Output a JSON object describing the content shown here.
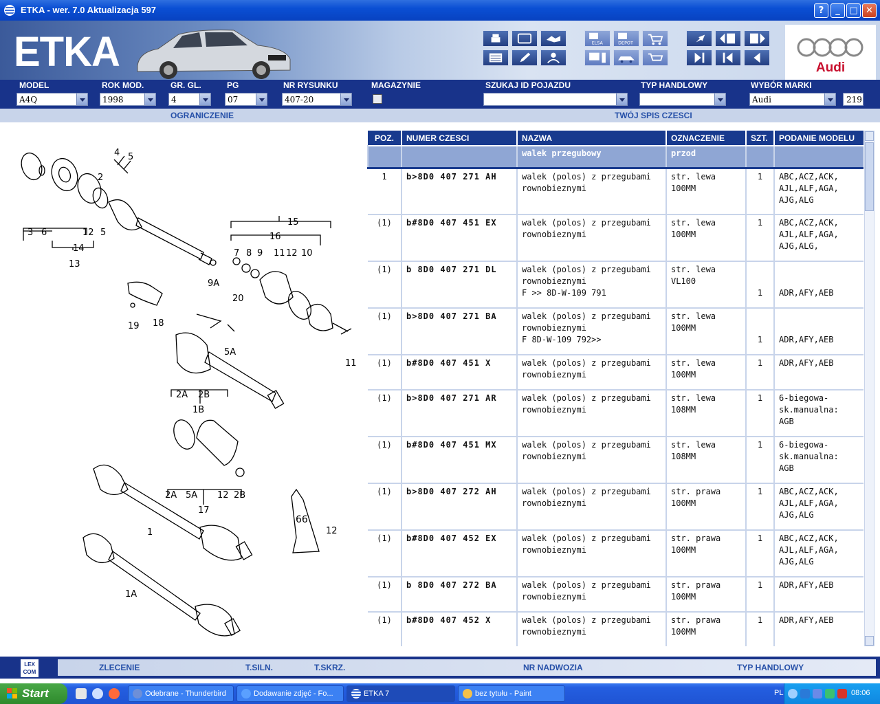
{
  "window": {
    "title": "ETKA - wer. 7.0 Aktualizacja 597"
  },
  "header": {
    "logo": "ETKA",
    "brand": "Audi"
  },
  "filters": {
    "model": {
      "label": "MODEL",
      "value": "A4Q"
    },
    "rok_mod": {
      "label": "ROK MOD.",
      "value": "1998"
    },
    "gr_gl": {
      "label": "GR. GL.",
      "value": "4"
    },
    "pg": {
      "label": "PG",
      "value": "07"
    },
    "nr_rysunku": {
      "label": "NR RYSUNKU",
      "value": "407-20"
    },
    "magazynie": {
      "label": "MAGAZYNIE"
    },
    "szukaj_id": {
      "label": "SZUKAJ ID POJAZDU",
      "value": ""
    },
    "typ_handlowy": {
      "label": "TYP HANDLOWY",
      "value": ""
    },
    "wybor_marki": {
      "label": "WYBÓR MARKI",
      "value": "Audi",
      "count": "219"
    }
  },
  "subbar": {
    "left": "OGRANICZENIE",
    "right": "TWÓJ SPIS CZESCI"
  },
  "table": {
    "headers": [
      "POZ.",
      "NUMER CZESCI",
      "NAZWA",
      "OZNACZENIE",
      "SZT.",
      "PODANIE MODELU"
    ],
    "subheader": {
      "nazwa": "walek przegubowy",
      "oznaczenie": "przod"
    },
    "rows": [
      {
        "poz": "1",
        "part": "b>8D0 407 271 AH",
        "nazwa": [
          "walek (polos) z przegubami",
          "rownobieznymi"
        ],
        "ozn": [
          "str. lewa",
          "100MM"
        ],
        "szt": [
          "1"
        ],
        "model": [
          "ABC,ACZ,ACK,",
          "AJL,ALF,AGA,",
          "AJG,ALG"
        ]
      },
      {
        "poz": "(1)",
        "part": "b#8D0 407 451 EX",
        "nazwa": [
          "walek (polos) z przegubami",
          "rownobieznymi"
        ],
        "ozn": [
          "str. lewa",
          "100MM"
        ],
        "szt": [
          "1"
        ],
        "model": [
          "ABC,ACZ,ACK,",
          "AJL,ALF,AGA,",
          "AJG,ALG,"
        ]
      },
      {
        "poz": "(1)",
        "part": "b 8D0 407 271 DL",
        "nazwa": [
          "walek (polos) z przegubami",
          "rownobieznymi",
          "F           >> 8D-W-109 791"
        ],
        "ozn": [
          "str. lewa",
          "VL100"
        ],
        "szt": [
          "",
          "",
          "1"
        ],
        "model": [
          "",
          "",
          "ADR,AFY,AEB"
        ]
      },
      {
        "poz": "(1)",
        "part": "b>8D0 407 271 BA",
        "nazwa": [
          "walek (polos) z przegubami",
          "rownobieznymi",
          "F 8D-W-109 792>>"
        ],
        "ozn": [
          "str. lewa",
          "100MM"
        ],
        "szt": [
          "",
          "",
          "1"
        ],
        "model": [
          "",
          "",
          "ADR,AFY,AEB"
        ]
      },
      {
        "poz": "(1)",
        "part": "b#8D0 407 451  X",
        "nazwa": [
          "walek (polos) z przegubami",
          "rownobieznymi"
        ],
        "ozn": [
          "str. lewa",
          "100MM"
        ],
        "szt": [
          "1"
        ],
        "model": [
          "ADR,AFY,AEB"
        ]
      },
      {
        "poz": "(1)",
        "part": "b>8D0 407 271 AR",
        "nazwa": [
          "walek (polos) z przegubami",
          "rownobieznymi"
        ],
        "ozn": [
          "str. lewa",
          "108MM"
        ],
        "szt": [
          "1"
        ],
        "model": [
          "6-biegowa-",
          "sk.manualna:",
          "AGB"
        ]
      },
      {
        "poz": "(1)",
        "part": "b#8D0 407 451 MX",
        "nazwa": [
          "walek (polos) z przegubami",
          "rownobieznymi"
        ],
        "ozn": [
          "str. lewa",
          "108MM"
        ],
        "szt": [
          "1"
        ],
        "model": [
          "6-biegowa-",
          "sk.manualna:",
          "AGB"
        ]
      },
      {
        "poz": "(1)",
        "part": "b>8D0 407 272 AH",
        "nazwa": [
          "walek (polos) z przegubami",
          "rownobieznymi"
        ],
        "ozn": [
          "str. prawa",
          "100MM"
        ],
        "szt": [
          "1"
        ],
        "model": [
          "ABC,ACZ,ACK,",
          "AJL,ALF,AGA,",
          "AJG,ALG"
        ]
      },
      {
        "poz": "(1)",
        "part": "b#8D0 407 452 EX",
        "nazwa": [
          "walek (polos) z przegubami",
          "rownobieznymi"
        ],
        "ozn": [
          "str. prawa",
          "100MM"
        ],
        "szt": [
          "1"
        ],
        "model": [
          "ABC,ACZ,ACK,",
          "AJL,ALF,AGA,",
          "AJG,ALG"
        ]
      },
      {
        "poz": "(1)",
        "part": "b 8D0 407 272 BA",
        "nazwa": [
          "walek (polos) z przegubami",
          "rownobieznymi"
        ],
        "ozn": [
          "str. prawa",
          "100MM"
        ],
        "szt": [
          "1"
        ],
        "model": [
          "ADR,AFY,AEB"
        ]
      },
      {
        "poz": "(1)",
        "part": "b#8D0 407 452  X",
        "nazwa": [
          "walek (polos) z przegubami",
          "rownobieznymi"
        ],
        "ozn": [
          "str. prawa",
          "100MM"
        ],
        "szt": [
          "1"
        ],
        "model": [
          "ADR,AFY,AEB"
        ]
      }
    ]
  },
  "diagram_labels": [
    "4",
    "5",
    "2",
    "3",
    "6",
    "12",
    "5",
    "14",
    "13",
    "15",
    "16",
    "7",
    "8",
    "9",
    "11",
    "12",
    "10",
    "9A",
    "20",
    "19",
    "18",
    "5A",
    "11",
    "2A",
    "2B",
    "1B",
    "2A",
    "5A",
    "12",
    "2B",
    "17",
    "1",
    "12",
    "1A"
  ],
  "bottom": {
    "logo": "LEX COM",
    "buttons": [
      "ZLECENIE",
      "T.SILN.",
      "T.SKRZ.",
      "NR NADWOZIA",
      "TYP HANDLOWY"
    ]
  },
  "taskbar": {
    "start": "Start",
    "tasks": [
      "Odebrane - Thunderbird",
      "Dodawanie zdjęć - Fo...",
      "ETKA 7",
      "bez tytułu - Paint"
    ],
    "lang": "PL",
    "clock": "08:06"
  }
}
